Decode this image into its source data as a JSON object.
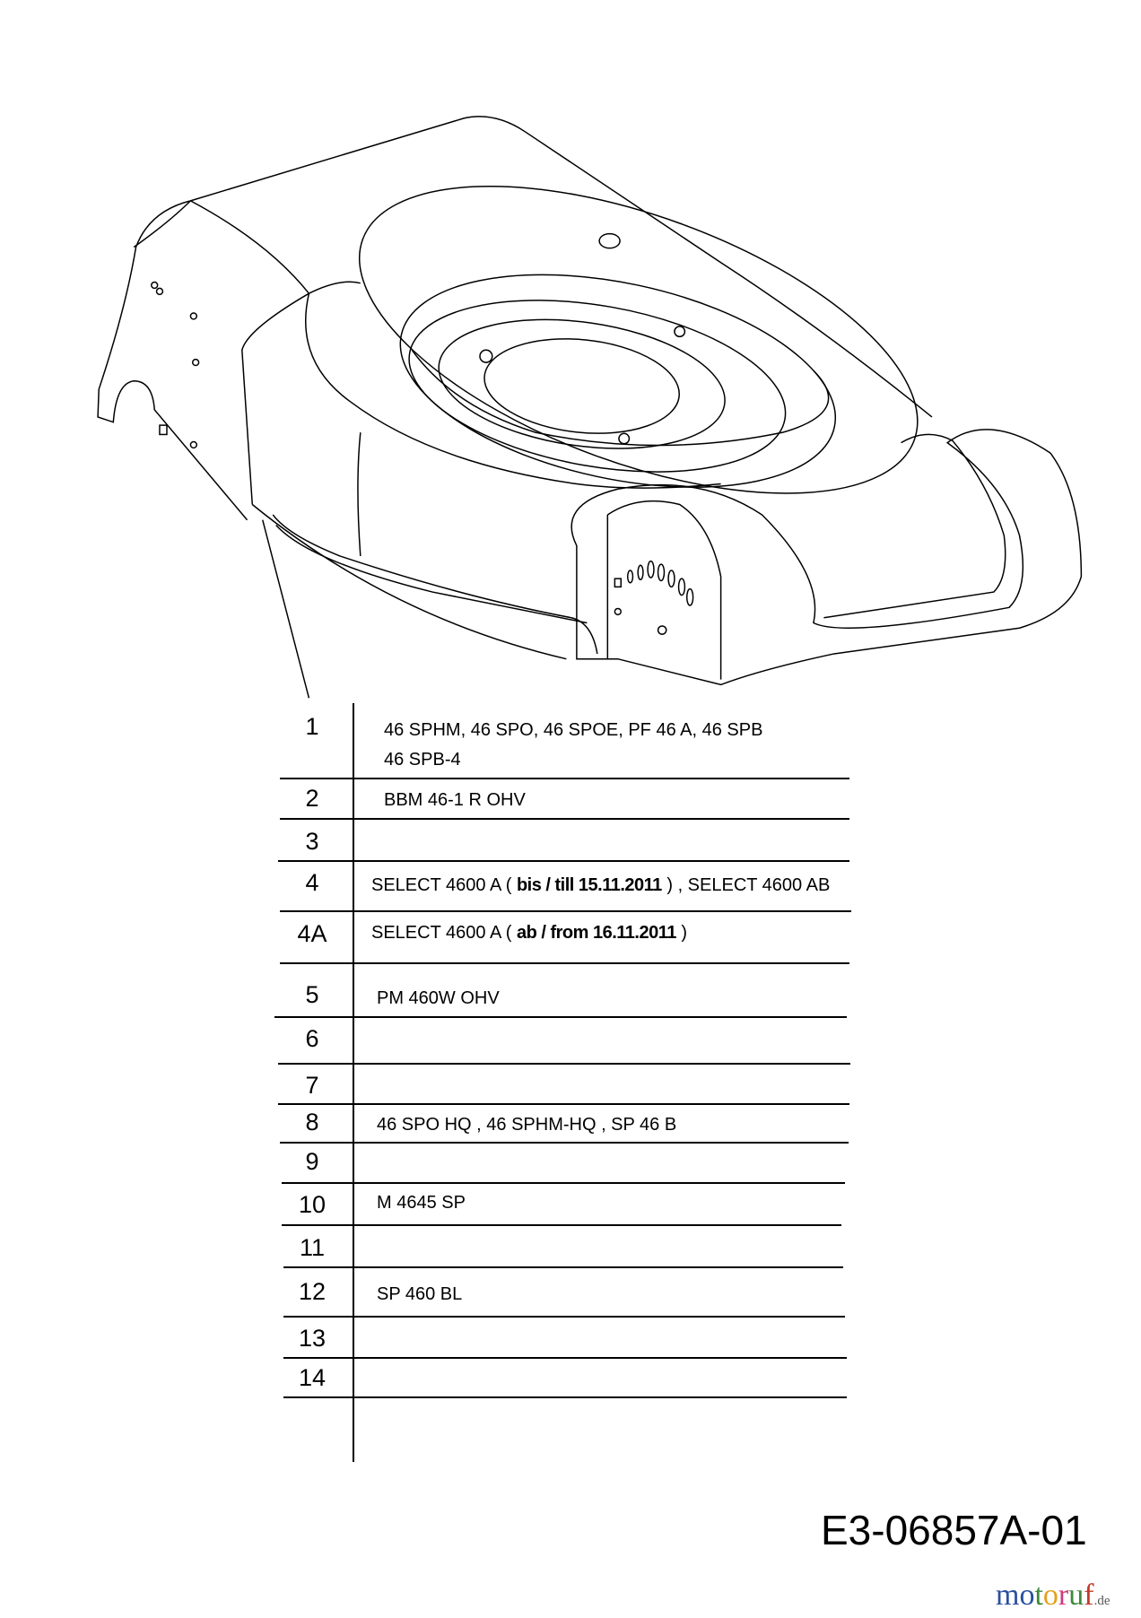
{
  "rows": [
    {
      "num": "1",
      "lines": [
        "46 SPHM, 46 SPO, 46 SPOE, PF 46 A, 46 SPB",
        "46 SPB-4"
      ]
    },
    {
      "num": "2",
      "text": "BBM 46-1 R OHV"
    },
    {
      "num": "3",
      "text": ""
    },
    {
      "num": "4",
      "pre": "SELECT 4600 A ( ",
      "bold": "bis / till  15.11.2011",
      "post": " ) ,   SELECT 4600 AB"
    },
    {
      "num": "4A",
      "pre": "SELECT 4600 A ( ",
      "bold": "ab / from  16.11.2011",
      "post": " )"
    },
    {
      "num": "5",
      "text": "PM 460W OHV"
    },
    {
      "num": "6",
      "text": ""
    },
    {
      "num": "7",
      "text": ""
    },
    {
      "num": "8",
      "text": "46 SPO HQ , 46 SPHM-HQ , SP 46 B"
    },
    {
      "num": "9",
      "text": ""
    },
    {
      "num": "10",
      "text": "M 4645 SP"
    },
    {
      "num": "11",
      "text": ""
    },
    {
      "num": "12",
      "text": "SP 460 BL"
    },
    {
      "num": "13",
      "text": ""
    },
    {
      "num": "14",
      "text": ""
    }
  ],
  "drawing_code": "E3-06857A-01",
  "logo": {
    "main": "motoruf",
    "suffix": ".de",
    "letter_colors": [
      "#2a4f9e",
      "#2a4f9e",
      "#3b8a3a",
      "#e2a21a",
      "#d03a7a",
      "#3b8a3a",
      "#c0392b"
    ]
  }
}
